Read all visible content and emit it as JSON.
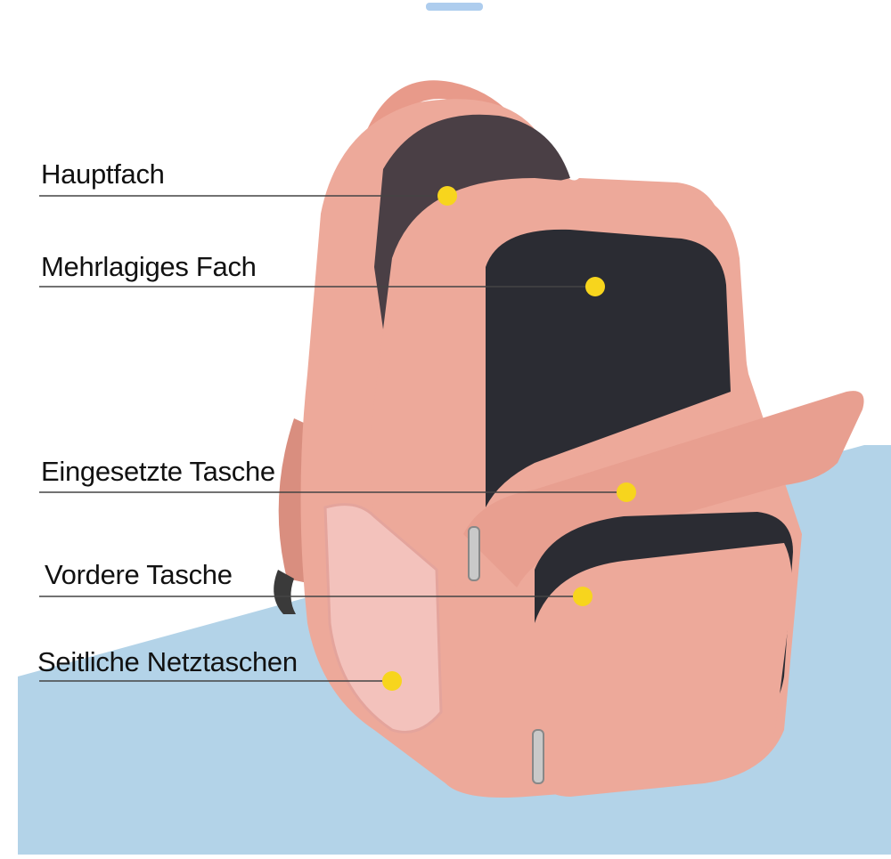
{
  "colors": {
    "background": "#ffffff",
    "floor": "#b3d3e8",
    "top_bar": "#aecdee",
    "backpack": "#eda99a",
    "backpack_shade": "#d98e7f",
    "lining": "#2b2c33",
    "mesh": "#f3c2bc",
    "marker": "#f7d51d",
    "leader_line": "#444444"
  },
  "callouts": [
    {
      "label": "Hauptfach"
    },
    {
      "label": "Mehrlagiges Fach"
    },
    {
      "label": "Eingesetzte Tasche"
    },
    {
      "label": "Vordere Tasche"
    },
    {
      "label": "Seitliche Netztaschen"
    }
  ]
}
